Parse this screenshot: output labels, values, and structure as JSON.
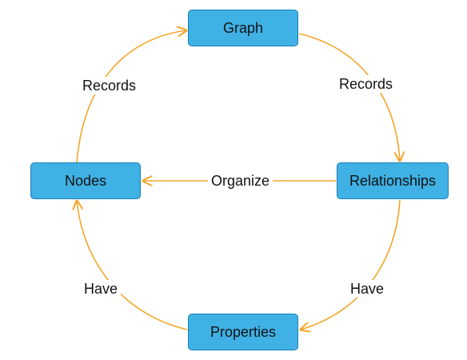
{
  "nodes": {
    "graph": "Graph",
    "relationships": "Relationships",
    "nodes": "Nodes",
    "properties": "Properties"
  },
  "edges": {
    "records_left": "Records",
    "records_right": "Records",
    "organize": "Organize",
    "have_left": "Have",
    "have_right": "Have"
  },
  "colors": {
    "node_fill": "#3fb1e5",
    "node_border": "#1c7fb3",
    "edge": "#f4a62a"
  }
}
